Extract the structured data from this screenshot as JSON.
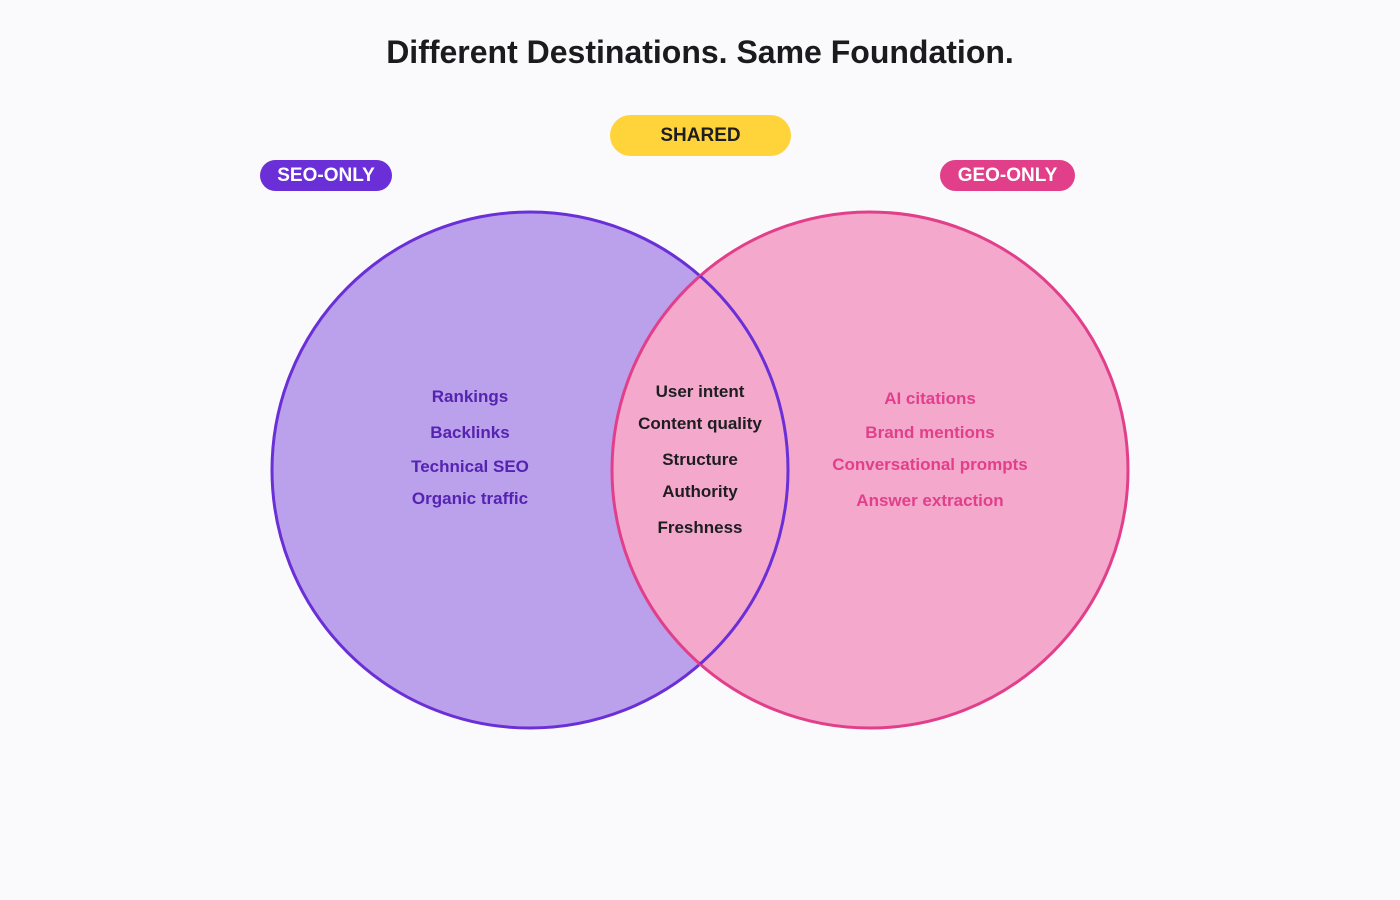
{
  "title": "Different Destinations. Same Foundation.",
  "labels": {
    "shared": "SHARED",
    "seo": "SEO-ONLY",
    "geo": "GEO-ONLY"
  },
  "seo_items": [
    "Rankings",
    "Backlinks",
    "Technical SEO",
    "Organic traffic"
  ],
  "shared_items": [
    "User intent",
    "Content quality",
    "Structure",
    "Authority",
    "Freshness"
  ],
  "geo_items": [
    "AI citations",
    "Brand mentions",
    "Conversational prompts",
    "Answer extraction"
  ],
  "colors": {
    "seo_fill": "#bba0ec",
    "seo_stroke": "#6a2fd6",
    "seo_text": "#5424b0",
    "geo_fill": "#f3a8cc",
    "geo_stroke": "#e23f8b",
    "geo_text": "#e23f8b",
    "shared_pill": "#ffd43b",
    "background": "#fafafc"
  }
}
